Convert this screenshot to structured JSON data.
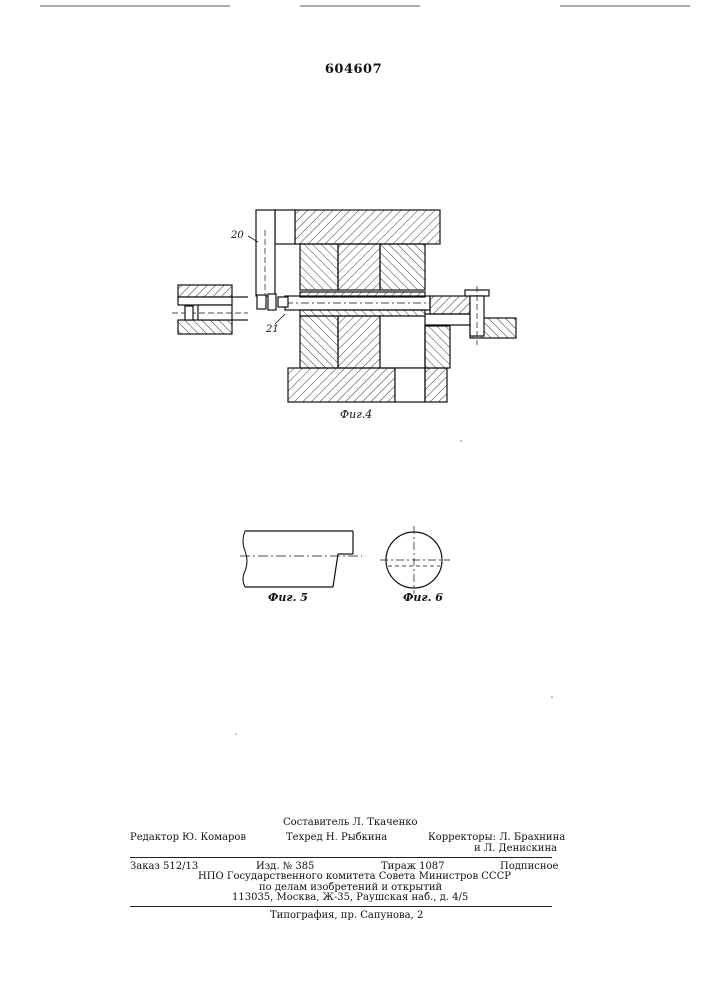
{
  "header": {
    "patent_number": "604607"
  },
  "figures": {
    "fig4": {
      "caption": "Фиг.4",
      "label_20": "20",
      "label_21": "21"
    },
    "fig5": {
      "caption": "Фиг. 5"
    },
    "fig6": {
      "caption": "Фиг. 6"
    }
  },
  "colophon": {
    "compiler": "Составитель Л. Ткаченко",
    "editor": "Редактор Ю. Комаров",
    "techred": "Техред Н. Рыбкина",
    "correctors_1": "Корректоры: Л. Брахнина",
    "correctors_2": "и Л. Денискина",
    "order": "Заказ 512/13",
    "edition": "Изд. № 385",
    "circulation": "Тираж 1087",
    "subscription": "Подписное",
    "org_1": "НПО Государственного комитета Совета Министров СССР",
    "org_2": "по делам изобретений и открытий",
    "address": "113035, Москва, Ж-35, Раушская наб., д. 4/5",
    "printer": "Типография, пр. Сапунова, 2"
  }
}
